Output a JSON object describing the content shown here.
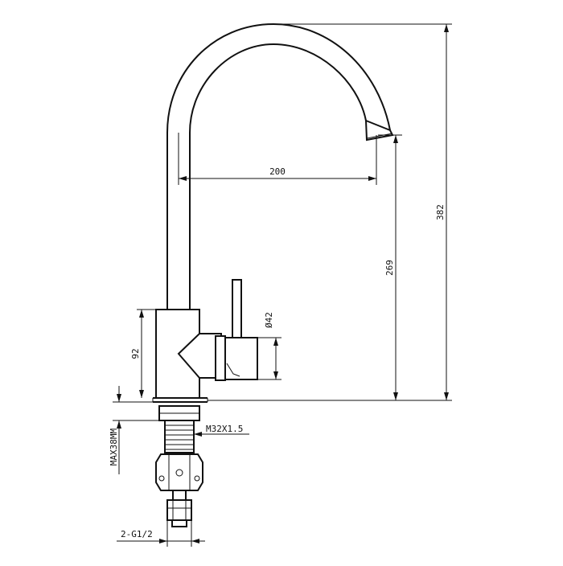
{
  "diagram": {
    "type": "technical-drawing",
    "subject": "kitchen faucet side elevation",
    "line_color": "#111111",
    "background": "#ffffff"
  },
  "dimensions": {
    "reach": "200",
    "spout_height": "269",
    "total_height": "382",
    "body_diameter": "Ø42",
    "body_height": "92",
    "thread": "M32X1.5",
    "max_thickness": "MAX38MM",
    "inlet": "2-G1/2"
  }
}
